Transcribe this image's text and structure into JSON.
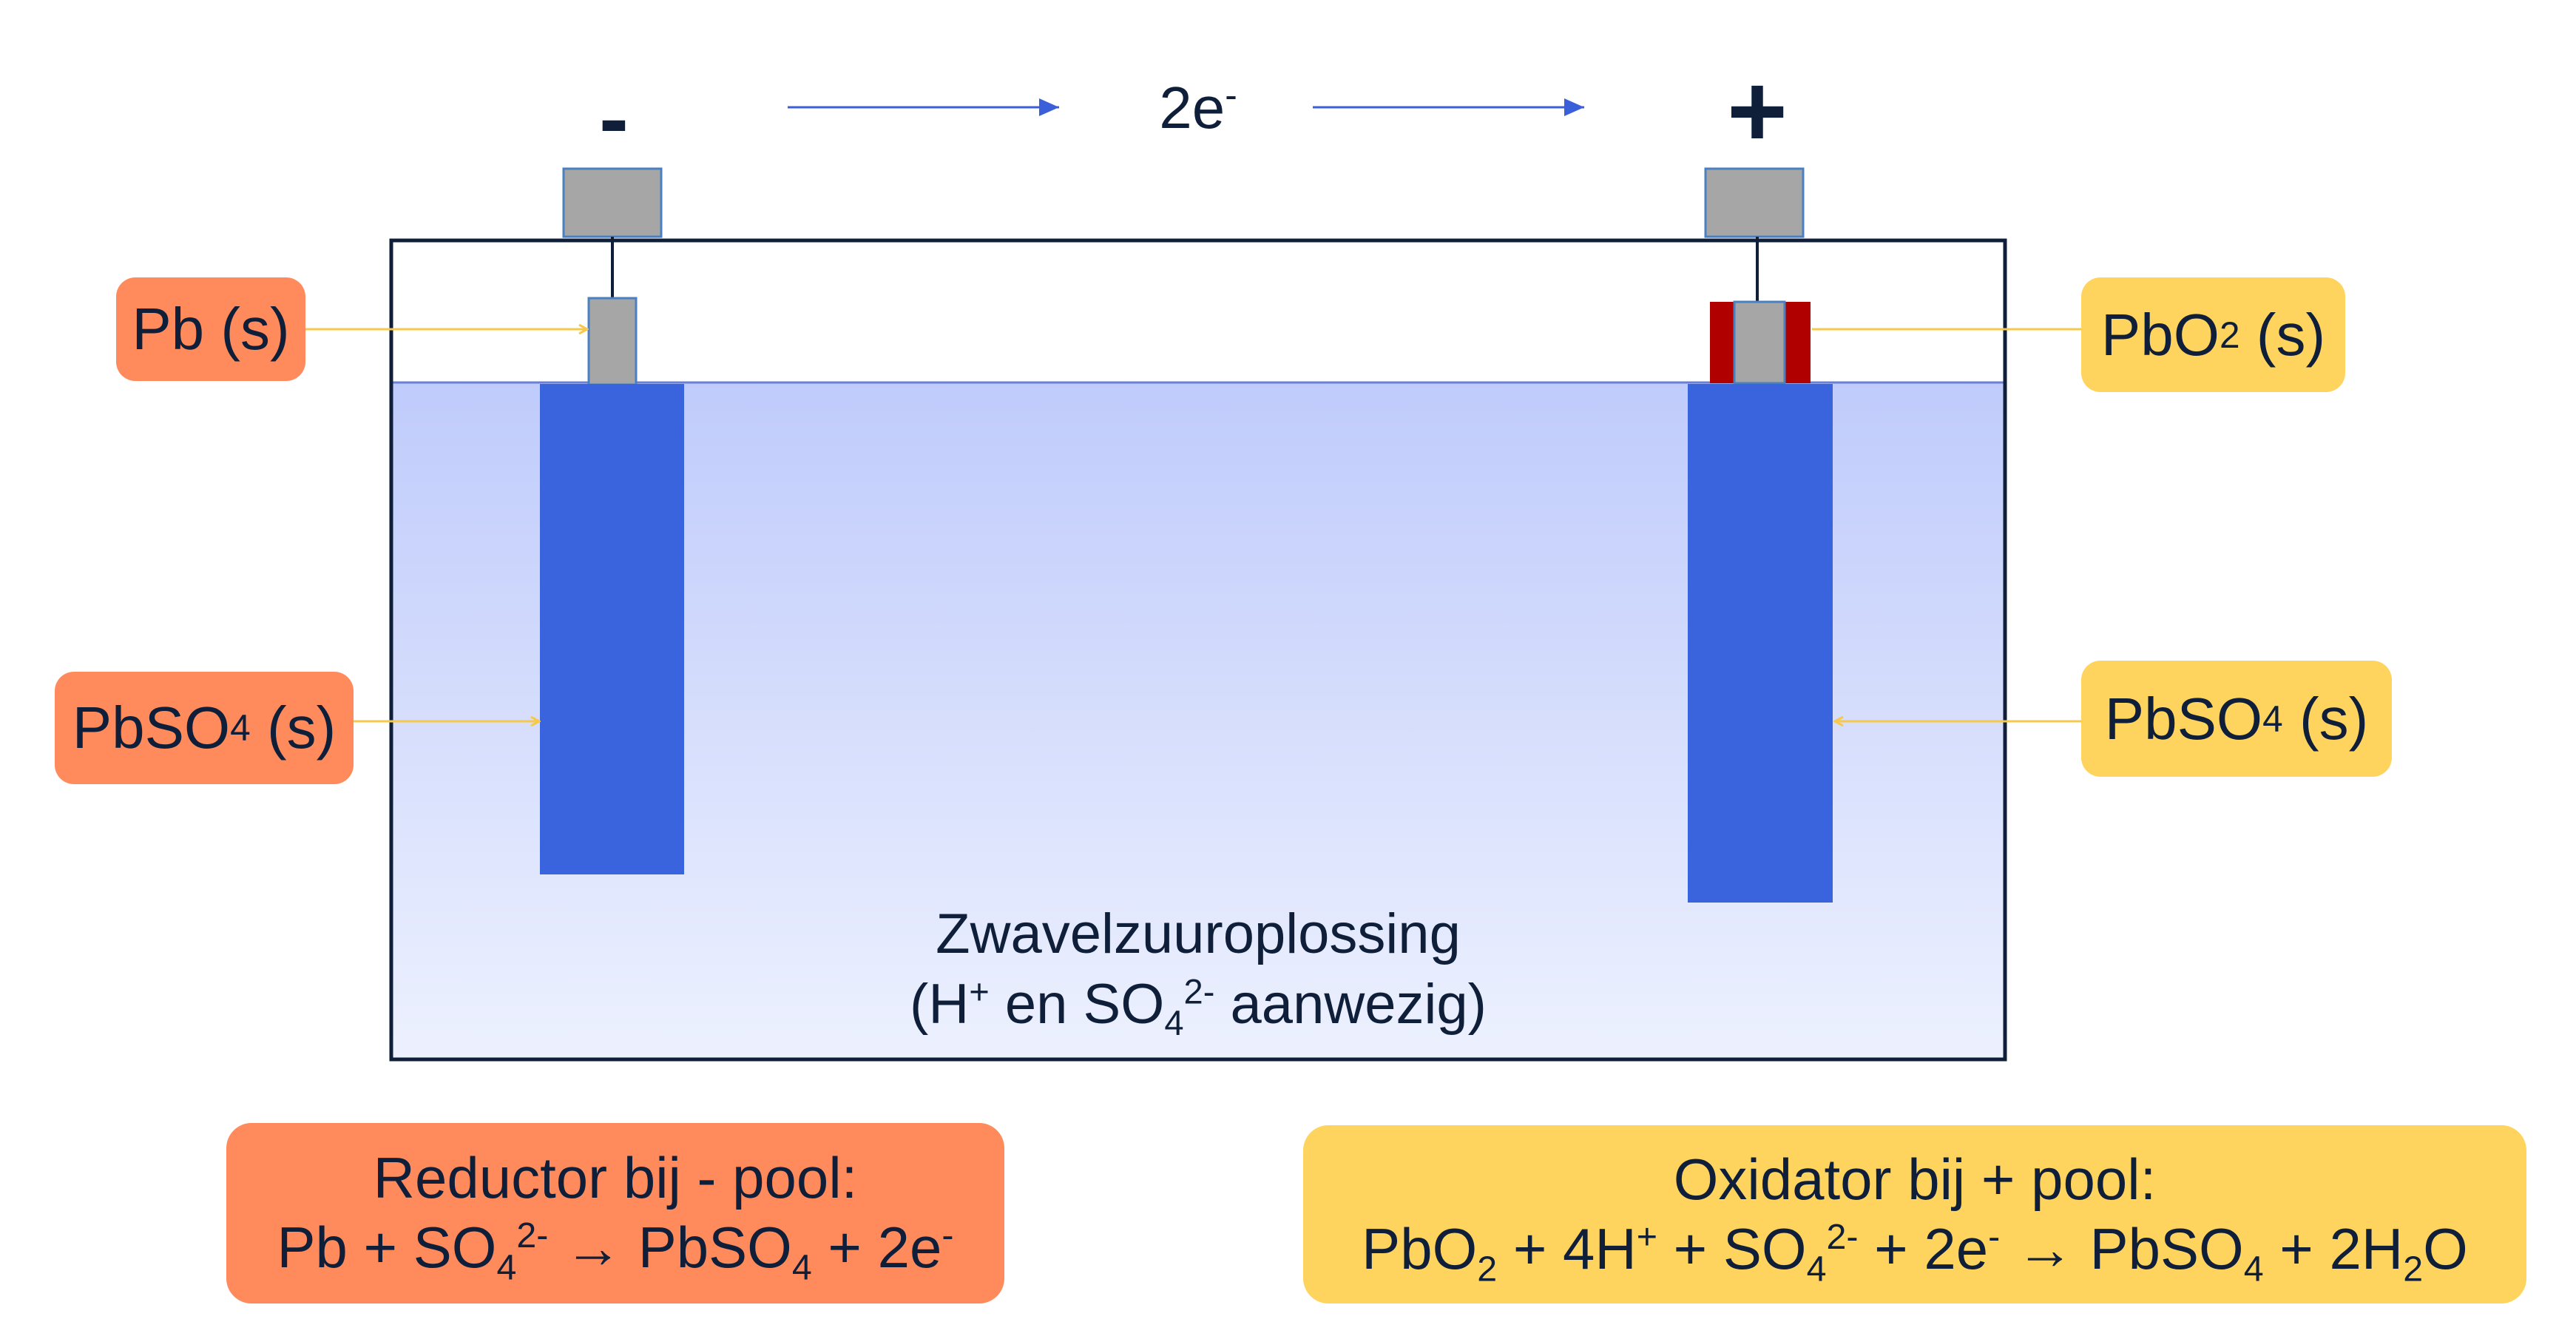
{
  "terminals": {
    "negative_sign": "-",
    "positive_sign": "+"
  },
  "electron_flow": {
    "label_main": "2e",
    "label_sup": "-"
  },
  "labels": {
    "pb": "Pb (s)",
    "pbo2": {
      "pre": "PbO",
      "sub": "2",
      "post": " (s)"
    },
    "pbso4_left": {
      "pre": "PbSO",
      "sub": "4",
      "post": " (s)"
    },
    "pbso4_right": {
      "pre": "PbSO",
      "sub": "4",
      "post": " (s)"
    }
  },
  "solution": {
    "line1": "Zwavelzuuroplossing",
    "line2": {
      "a": "(H",
      "a_sup": "+",
      "b": " en SO",
      "b_sub": "4",
      "b_sup": "2-",
      "c": " aanwezig)"
    }
  },
  "reductor": {
    "title": "Reductor bij - pool:",
    "eq": {
      "a": "Pb + SO",
      "a_sub": "4",
      "a_sup": "2-",
      "arrow": " → ",
      "b": "PbSO",
      "b_sub": "4",
      "c": " + 2e",
      "c_sup": "-"
    }
  },
  "oxidator": {
    "title": "Oxidator bij + pool:",
    "eq": {
      "a": "PbO",
      "a_sub": "2",
      "b": " + 4H",
      "b_sup": "+",
      "c": " + SO",
      "c_sub": "4",
      "c_sup": "2-",
      "d": " + 2e",
      "d_sup": "-",
      "arrow": " → ",
      "e": "PbSO",
      "e_sub": "4",
      "f": " + 2H",
      "f_sub": "2",
      "g": "O"
    }
  },
  "colors": {
    "orange": "#ff8a5b",
    "yellow": "#ffd45e",
    "electrode_blue": "#3a63de",
    "terminal_gray": "#a6a6a6",
    "pbo2_red": "#b00000",
    "arrow_blue": "#3a5fd8",
    "outline": "#0f1f3a"
  }
}
